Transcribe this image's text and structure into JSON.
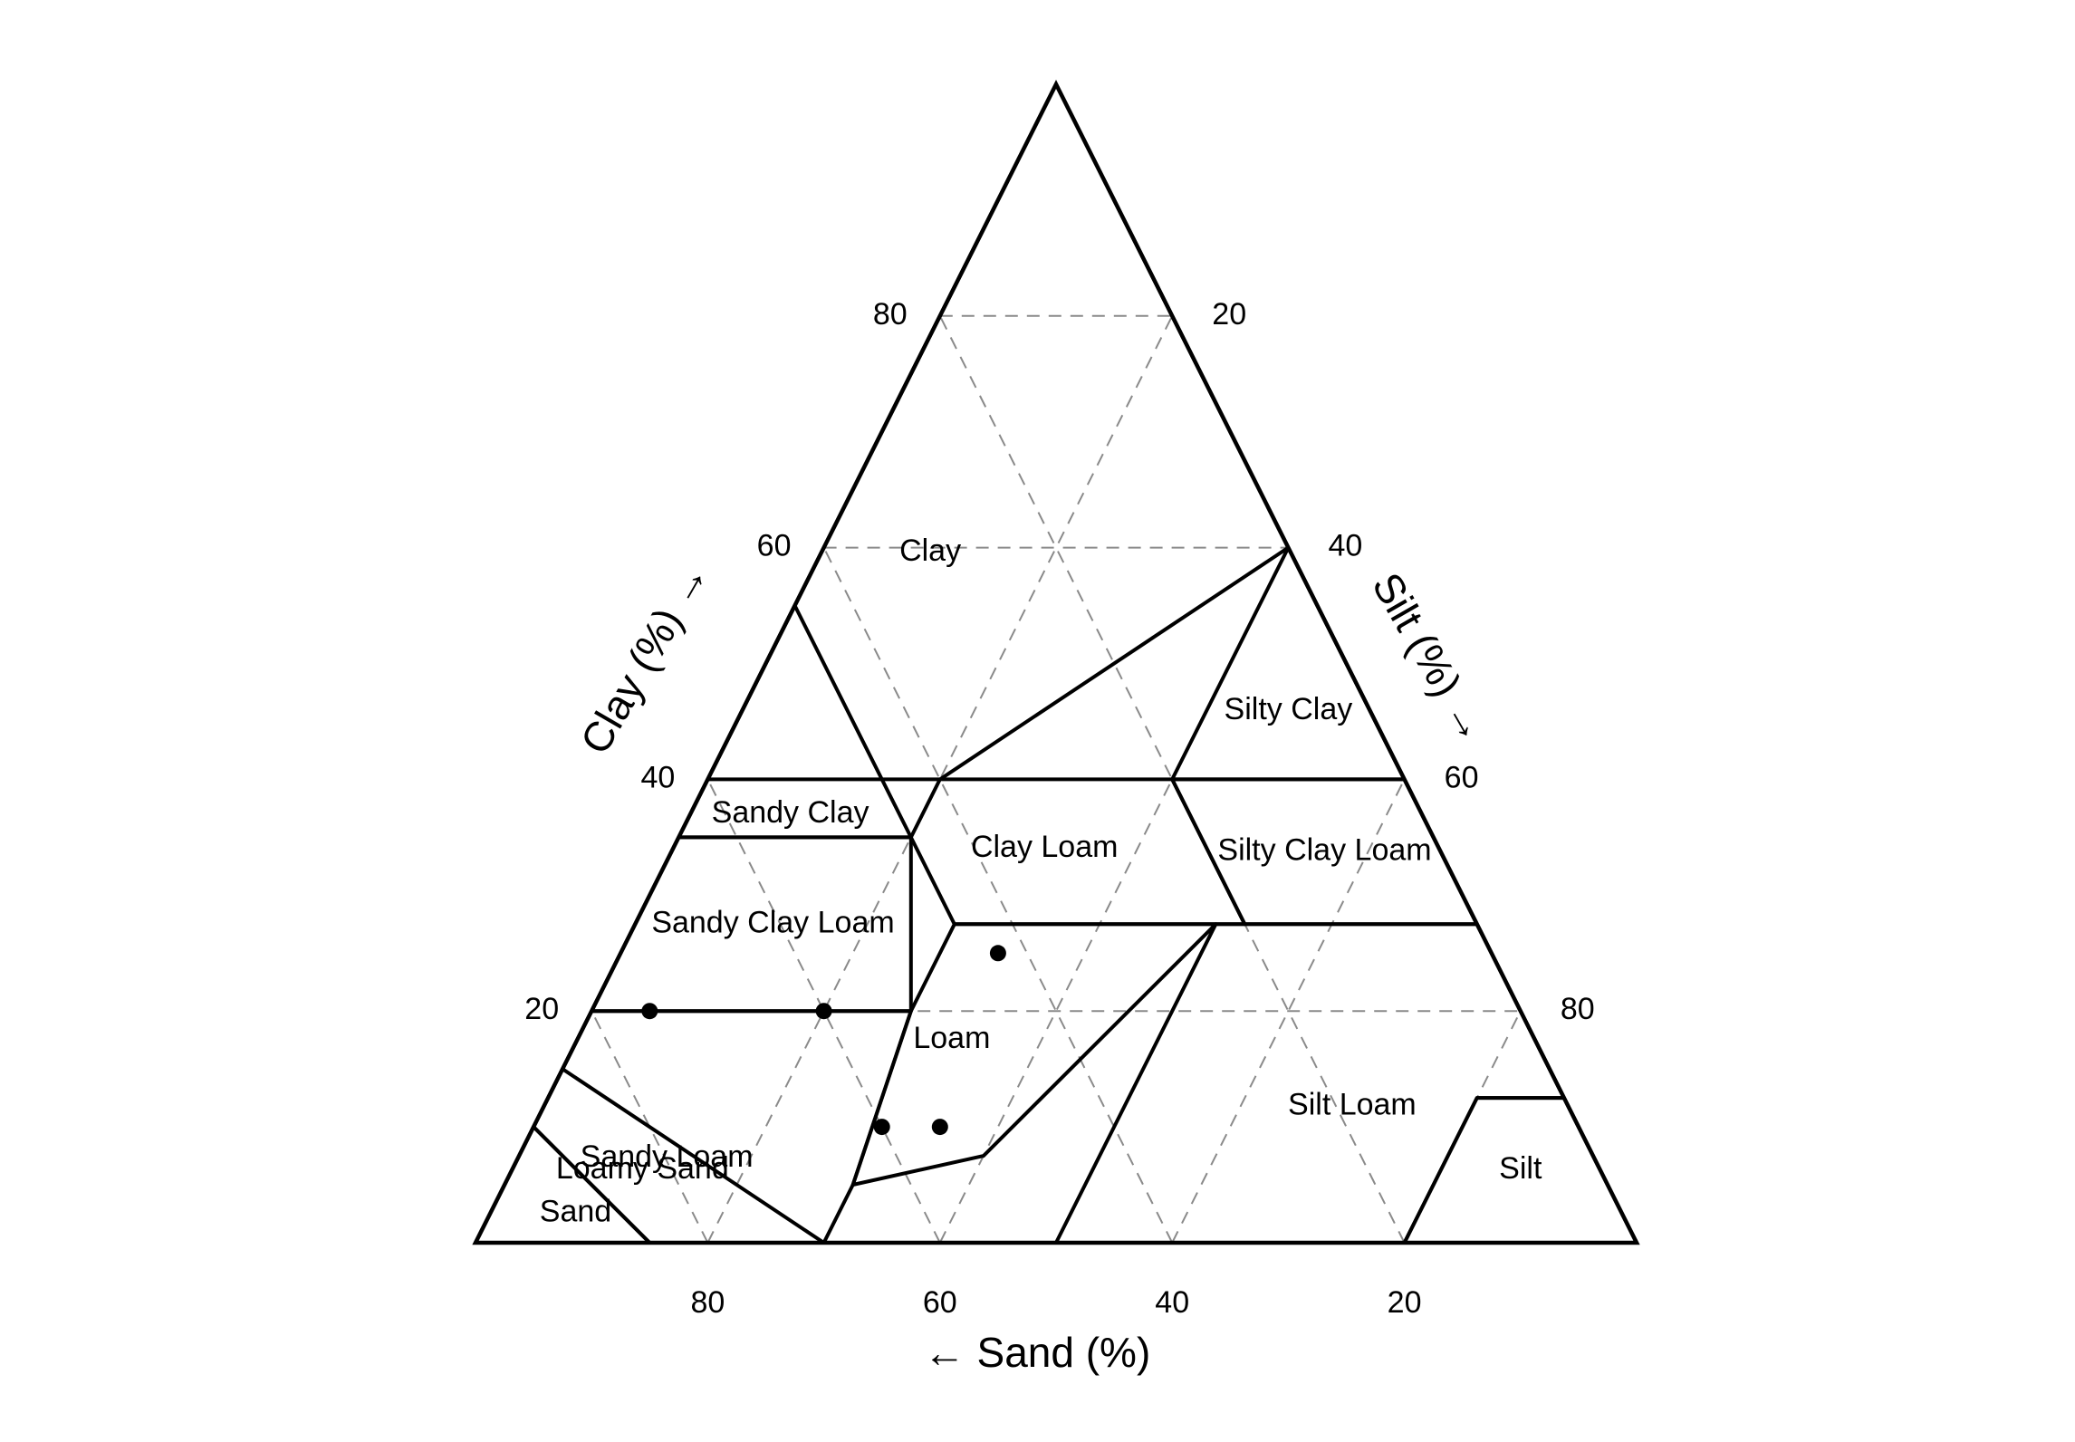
{
  "chart_data": {
    "type": "ternary",
    "axes": {
      "clay": {
        "label": "Clay (%) →",
        "ticks": [
          "20",
          "40",
          "60",
          "80"
        ]
      },
      "silt": {
        "label": "Silt (%) →",
        "ticks": [
          "20",
          "40",
          "60",
          "80"
        ]
      },
      "sand": {
        "label": "← Sand (%)",
        "ticks": [
          "20",
          "40",
          "60",
          "80"
        ]
      }
    },
    "grid": true,
    "grid_values": [
      20,
      40,
      60,
      80
    ],
    "regions": [
      {
        "name": "Clay",
        "label": "Clay",
        "polygon": [
          [
            0,
            40,
            60
          ],
          [
            0,
            40,
            45
          ],
          [
            0,
            100,
            0
          ],
          [
            40,
            60,
            0
          ],
          [
            20,
            40,
            40
          ],
          [
            15,
            40,
            45
          ]
        ]
      },
      {
        "name": "Sandy Clay",
        "label": "Sandy Clay",
        "polygon": [
          [
            0,
            35,
            65
          ],
          [
            0,
            55,
            45
          ],
          [
            20,
            35,
            45
          ]
        ]
      },
      {
        "name": "Silty Clay",
        "label": "Silty Clay",
        "polygon": [
          [
            40,
            60,
            0
          ],
          [
            60,
            40,
            0
          ],
          [
            40,
            40,
            20
          ]
        ]
      },
      {
        "name": "Sandy Clay Loam",
        "label": "Sandy Clay Loam",
        "polygon": [
          [
            0,
            20,
            80
          ],
          [
            0,
            35,
            65
          ],
          [
            20,
            35,
            45
          ],
          [
            27.5,
            20,
            52.5
          ]
        ]
      },
      {
        "name": "Clay Loam",
        "label": "Clay Loam",
        "polygon": [
          [
            20,
            40,
            40
          ],
          [
            40,
            40,
            20
          ],
          [
            52.5,
            27.5,
            20
          ],
          [
            27.5,
            27.5,
            45
          ],
          [
            20,
            35,
            45
          ]
        ]
      },
      {
        "name": "Silty Clay Loam",
        "label": "Silty Clay Loam",
        "polygon": [
          [
            40,
            40,
            20
          ],
          [
            60,
            40,
            0
          ],
          [
            72.5,
            27.5,
            0
          ],
          [
            52.5,
            27.5,
            20
          ]
        ]
      },
      {
        "name": "Sandy Loam",
        "label": "Sandy Loam",
        "polygon": [
          [
            0,
            15,
            85
          ],
          [
            0,
            20,
            80
          ],
          [
            27.5,
            20,
            52.5
          ],
          [
            30,
            5,
            52.5
          ],
          [
            30,
            0,
            70
          ],
          [
            0,
            0,
            85
          ]
        ]
      },
      {
        "name": "Loam",
        "label": "Loam",
        "polygon": [
          [
            27.5,
            20,
            52.5
          ],
          [
            27.5,
            27.5,
            45
          ],
          [
            50,
            27.5,
            22.5
          ],
          [
            40,
            7.5,
            52.5
          ],
          [
            30,
            5,
            52.5
          ]
        ]
      },
      {
        "name": "Silt Loam",
        "label": "Silt Loam",
        "polygon": [
          [
            50,
            0,
            50
          ],
          [
            80,
            0,
            20
          ],
          [
            80,
            12.5,
            7.5
          ],
          [
            87.5,
            12.5,
            0
          ],
          [
            72.5,
            27.5,
            0
          ],
          [
            50,
            27.5,
            22.5
          ]
        ]
      },
      {
        "name": "Silt",
        "label": "Silt",
        "polygon": [
          [
            80,
            0,
            20
          ],
          [
            100,
            0,
            0
          ],
          [
            87.5,
            12.5,
            0
          ],
          [
            80,
            12.5,
            7.5
          ]
        ]
      },
      {
        "name": "Loamy Sand",
        "label": "Loamy Sand",
        "polygon": [
          [
            0,
            15,
            85
          ],
          [
            0,
            10,
            90
          ],
          [
            15,
            0,
            85
          ],
          [
            30,
            0,
            70
          ]
        ]
      },
      {
        "name": "Sand",
        "label": "Sand",
        "polygon": [
          [
            0,
            0,
            100
          ],
          [
            0,
            10,
            90
          ],
          [
            15,
            0,
            85
          ]
        ]
      }
    ],
    "points": [
      {
        "sand": 75,
        "silt": 5,
        "clay": 20
      },
      {
        "sand": 60,
        "silt": 20,
        "clay": 20
      },
      {
        "sand": 42.5,
        "silt": 32.5,
        "clay": 25
      },
      {
        "sand": 60,
        "silt": 30,
        "clay": 10
      },
      {
        "sand": 55,
        "silt": 35,
        "clay": 10
      }
    ],
    "point_color": "#000000",
    "boundary_color": "#000000",
    "grid_color": "#8a8a8a"
  }
}
